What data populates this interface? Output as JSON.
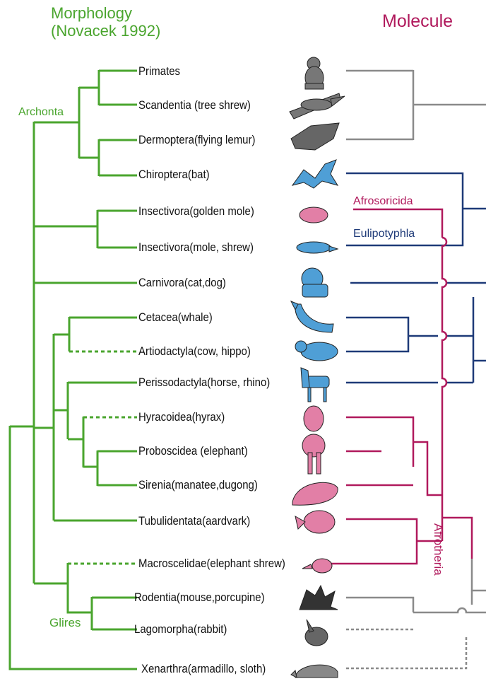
{
  "header": {
    "morphology_line1": "Morphology",
    "morphology_line2": "(Novacek 1992)",
    "molecule": "Molecule"
  },
  "taxa": [
    "Primates",
    "Scandentia (tree shrew)",
    "Dermoptera(flying lemur)",
    "Chiroptera(bat)",
    "Insectivora(golden mole)",
    "Insectivora(mole, shrew)",
    "Carnivora(cat,dog)",
    "Cetacea(whale)",
    "Artiodactyla(cow, hippo)",
    "Perissodactyla(horse, rhino)",
    "Hyracoidea(hyrax)",
    "Proboscidea (elephant)",
    "Sirenia(manatee,dugong)",
    "Tubulidentata(aardvark)",
    "Macroscelidae(elephant shrew)",
    "Rodentia(mouse,porcupine)",
    "Lagomorpha(rabbit)",
    "Xenarthra(armadillo, sloth)"
  ],
  "clades": {
    "archonta": "Archonta",
    "glires": "Glires",
    "afrosoricida": "Afrosoricida",
    "eulipotyphla": "Eulipotyphla",
    "afrotheria": "Afrotheria"
  },
  "animal_icons": [
    "monkey-icon",
    "tree-shrew-icon",
    "flying-lemur-icon",
    "bat-icon",
    "golden-mole-icon",
    "mole-icon",
    "cat-icon",
    "whale-icon",
    "hippo-icon",
    "horse-icon",
    "hyrax-icon",
    "elephant-icon",
    "manatee-icon",
    "aardvark-icon",
    "elephant-shrew-icon",
    "porcupine-icon",
    "rabbit-icon",
    "armadillo-icon"
  ],
  "icon_colors": [
    "gray",
    "gray",
    "gray",
    "blue",
    "pink",
    "blue",
    "blue",
    "blue",
    "blue",
    "blue",
    "pink",
    "pink",
    "pink",
    "pink",
    "pink",
    "gray",
    "gray",
    "gray"
  ],
  "colors": {
    "morphology_green": "#4aa52e",
    "molecule_magenta": "#b0195c",
    "eulipotyphla_navy": "#1e3a78",
    "outgroup_gray": "#8a8a8a",
    "icon_blue": "#4f9fd6",
    "icon_pink": "#e27fa6",
    "icon_gray": "#555555"
  }
}
